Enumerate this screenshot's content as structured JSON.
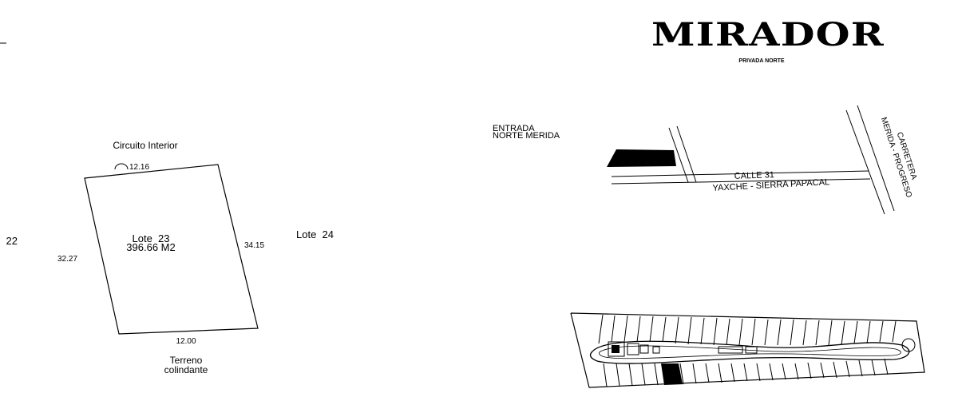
{
  "logo": {
    "title": "MIRADOR",
    "subtitle": "PRIVADA NORTE"
  },
  "lot_plan": {
    "street_label": "Circuito Interior",
    "front_dimension": "12.16",
    "lot_name": "Lote  23",
    "lot_area": "396.66 M2",
    "left_dimension": "32.27",
    "right_dimension": "34.15",
    "rear_dimension": "12.00",
    "left_neighbor": "Lote  22",
    "right_neighbor": "Lote  24",
    "rear_label_line1": "Terreno",
    "rear_label_line2": "colindante"
  },
  "location_map": {
    "entrance_line1": "ENTRADA",
    "entrance_line2": "NORTE MERIDA",
    "street_name": "CALLE 31",
    "street_sub": "YAXCHE - SIERRA PAPACAL",
    "highway_line1": "CARRETERA",
    "highway_line2": "MERIDA - PROGRESO"
  }
}
